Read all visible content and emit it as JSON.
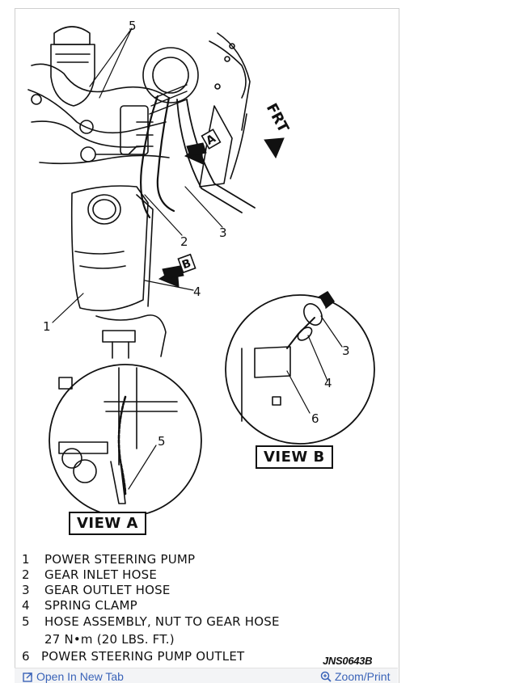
{
  "diagram": {
    "callouts": [
      "5",
      "2",
      "3",
      "4",
      "1",
      "A",
      "B",
      "FRT"
    ],
    "view_a_callouts": [
      "5"
    ],
    "view_b_callouts": [
      "3",
      "4",
      "6"
    ],
    "view_a_label": "VIEW A",
    "view_b_label": "VIEW B",
    "legend": [
      {
        "num": "1",
        "text": "POWER STEERING PUMP"
      },
      {
        "num": "2",
        "text": "GEAR INLET HOSE"
      },
      {
        "num": "3",
        "text": "GEAR OUTLET HOSE"
      },
      {
        "num": "4",
        "text": "SPRING CLAMP"
      },
      {
        "num": "5",
        "text": "HOSE ASSEMBLY, NUT TO GEAR HOSE"
      },
      {
        "num": "",
        "text": "27 N•m (20 LBS. FT.)"
      },
      {
        "num": "6",
        "text": "POWER STEERING PUMP OUTLET"
      }
    ],
    "figure_code": "JNS0643B"
  },
  "footer": {
    "open_tab": "Open In New Tab",
    "zoom": "Zoom/Print"
  },
  "icons": [
    "external-link-icon",
    "zoom-icon",
    "arrow-icon"
  ]
}
